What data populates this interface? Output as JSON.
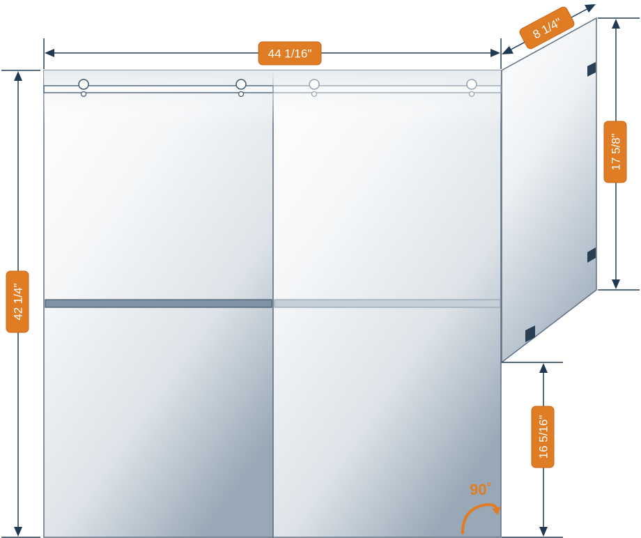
{
  "dimensions": {
    "width": "44 1/16\"",
    "depth": "8 1/4\"",
    "height": "42 1/4\"",
    "return_height": "17 5/8\"",
    "lower_gap": "16 5/16\""
  },
  "angle": {
    "label": "90˚"
  },
  "colors": {
    "accent": "#E07C24",
    "accent_stroke": "#C9661A",
    "line": "#1F3A52",
    "glass_edge": "#5E7184",
    "bar_dark": "#7F93A5",
    "bar_light": "#C4CFD8"
  },
  "icons": {
    "rotation_arrow": "curved-rotate-arrow-icon"
  }
}
